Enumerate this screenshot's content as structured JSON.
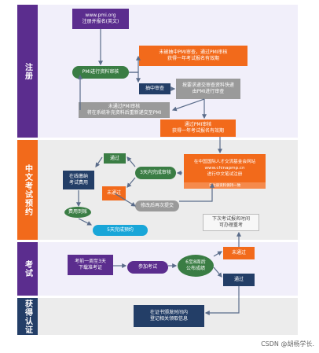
{
  "stages": {
    "register": "注册",
    "exam_booking": "中文考试预约",
    "exam": "考试",
    "certificate": "获得认证"
  },
  "nodes": {
    "pmi_site": "www.pmi.org\n注册并报名(英文)",
    "pmi_review": "PMI进行资料审核",
    "not_audited": "未被抽中PMI审查，通过PMI审核\n获得一年考试报名有效期",
    "audit": "抽中审查",
    "audit_detail": "按要求递交审查资料快递\n由PMI进行审查",
    "fail_review": "未通过PMI审核\n将在系统补充资料后重新递交至PMI",
    "pass_review": "通过PMI审核\n获得一年考试报名有效期",
    "cn_site": "在中国国际人才交流基金会网站\nwww.chinapmp.cn\n进行中文笔试注册",
    "cn_sub": "与注册资料保持一致",
    "pass1": "通过",
    "fail1": "未通过",
    "review3": "3天内完成审核",
    "modify": "修改后再次提交",
    "pay": "在线缴纳\n考试费用",
    "pay_done": "费用到账",
    "booking_done": "5天完成预约",
    "next_exam": "下次考试报名时间\n可办理重考",
    "admission": "考前一周至3天\n下载准考证",
    "take_exam": "参加考试",
    "score": "6至8周后\n公布成绩",
    "fail2": "未通过",
    "pass2": "通过",
    "cert": "在证书颁发时间内\n登记相关领取信息"
  },
  "watermark": "CSDN @胡杨学长.",
  "colors": {
    "purple": "#5b2d8e",
    "orange": "#f26a1b",
    "green": "#3a7d44",
    "grey": "#9a9a9a",
    "navy": "#233e67",
    "cyan": "#19a6d8"
  }
}
